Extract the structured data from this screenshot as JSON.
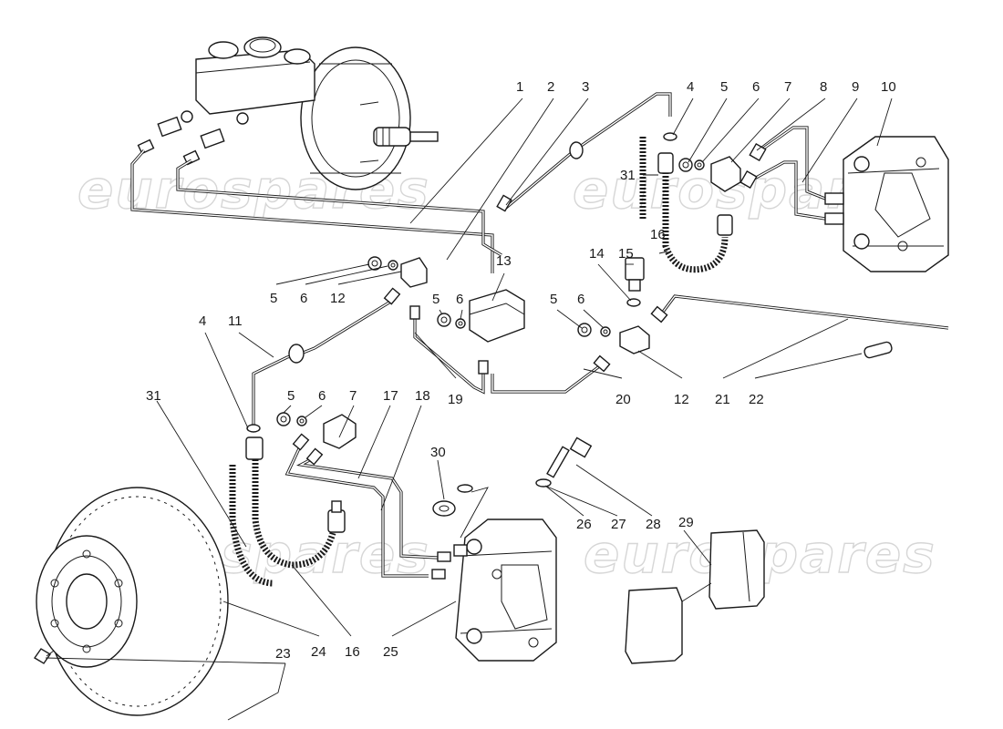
{
  "watermark": {
    "text": "eurospares",
    "color": "#d6d6d6"
  },
  "line_color": "#1a1a1a",
  "callouts": {
    "c1": "1",
    "c2": "2",
    "c3": "3",
    "c4a": "4",
    "c5a": "5",
    "c6a": "6",
    "c7a": "7",
    "c8": "8",
    "c9": "9",
    "c10": "10",
    "c31a": "31",
    "c13": "13",
    "c14": "14",
    "c15": "15",
    "c16a": "16",
    "c5b": "5",
    "c6b": "6",
    "c12a": "12",
    "c5c": "5",
    "c6c": "6",
    "c5d": "5",
    "c6d": "6",
    "c4b": "4",
    "c11": "11",
    "c19": "19",
    "c20": "20",
    "c12b": "12",
    "c21": "21",
    "c22": "22",
    "c31b": "31",
    "c5e": "5",
    "c6e": "6",
    "c7b": "7",
    "c17": "17",
    "c18": "18",
    "c30": "30",
    "c26": "26",
    "c27": "27",
    "c28": "28",
    "c29": "29",
    "c23": "23",
    "c24": "24",
    "c16b": "16",
    "c25": "25"
  }
}
